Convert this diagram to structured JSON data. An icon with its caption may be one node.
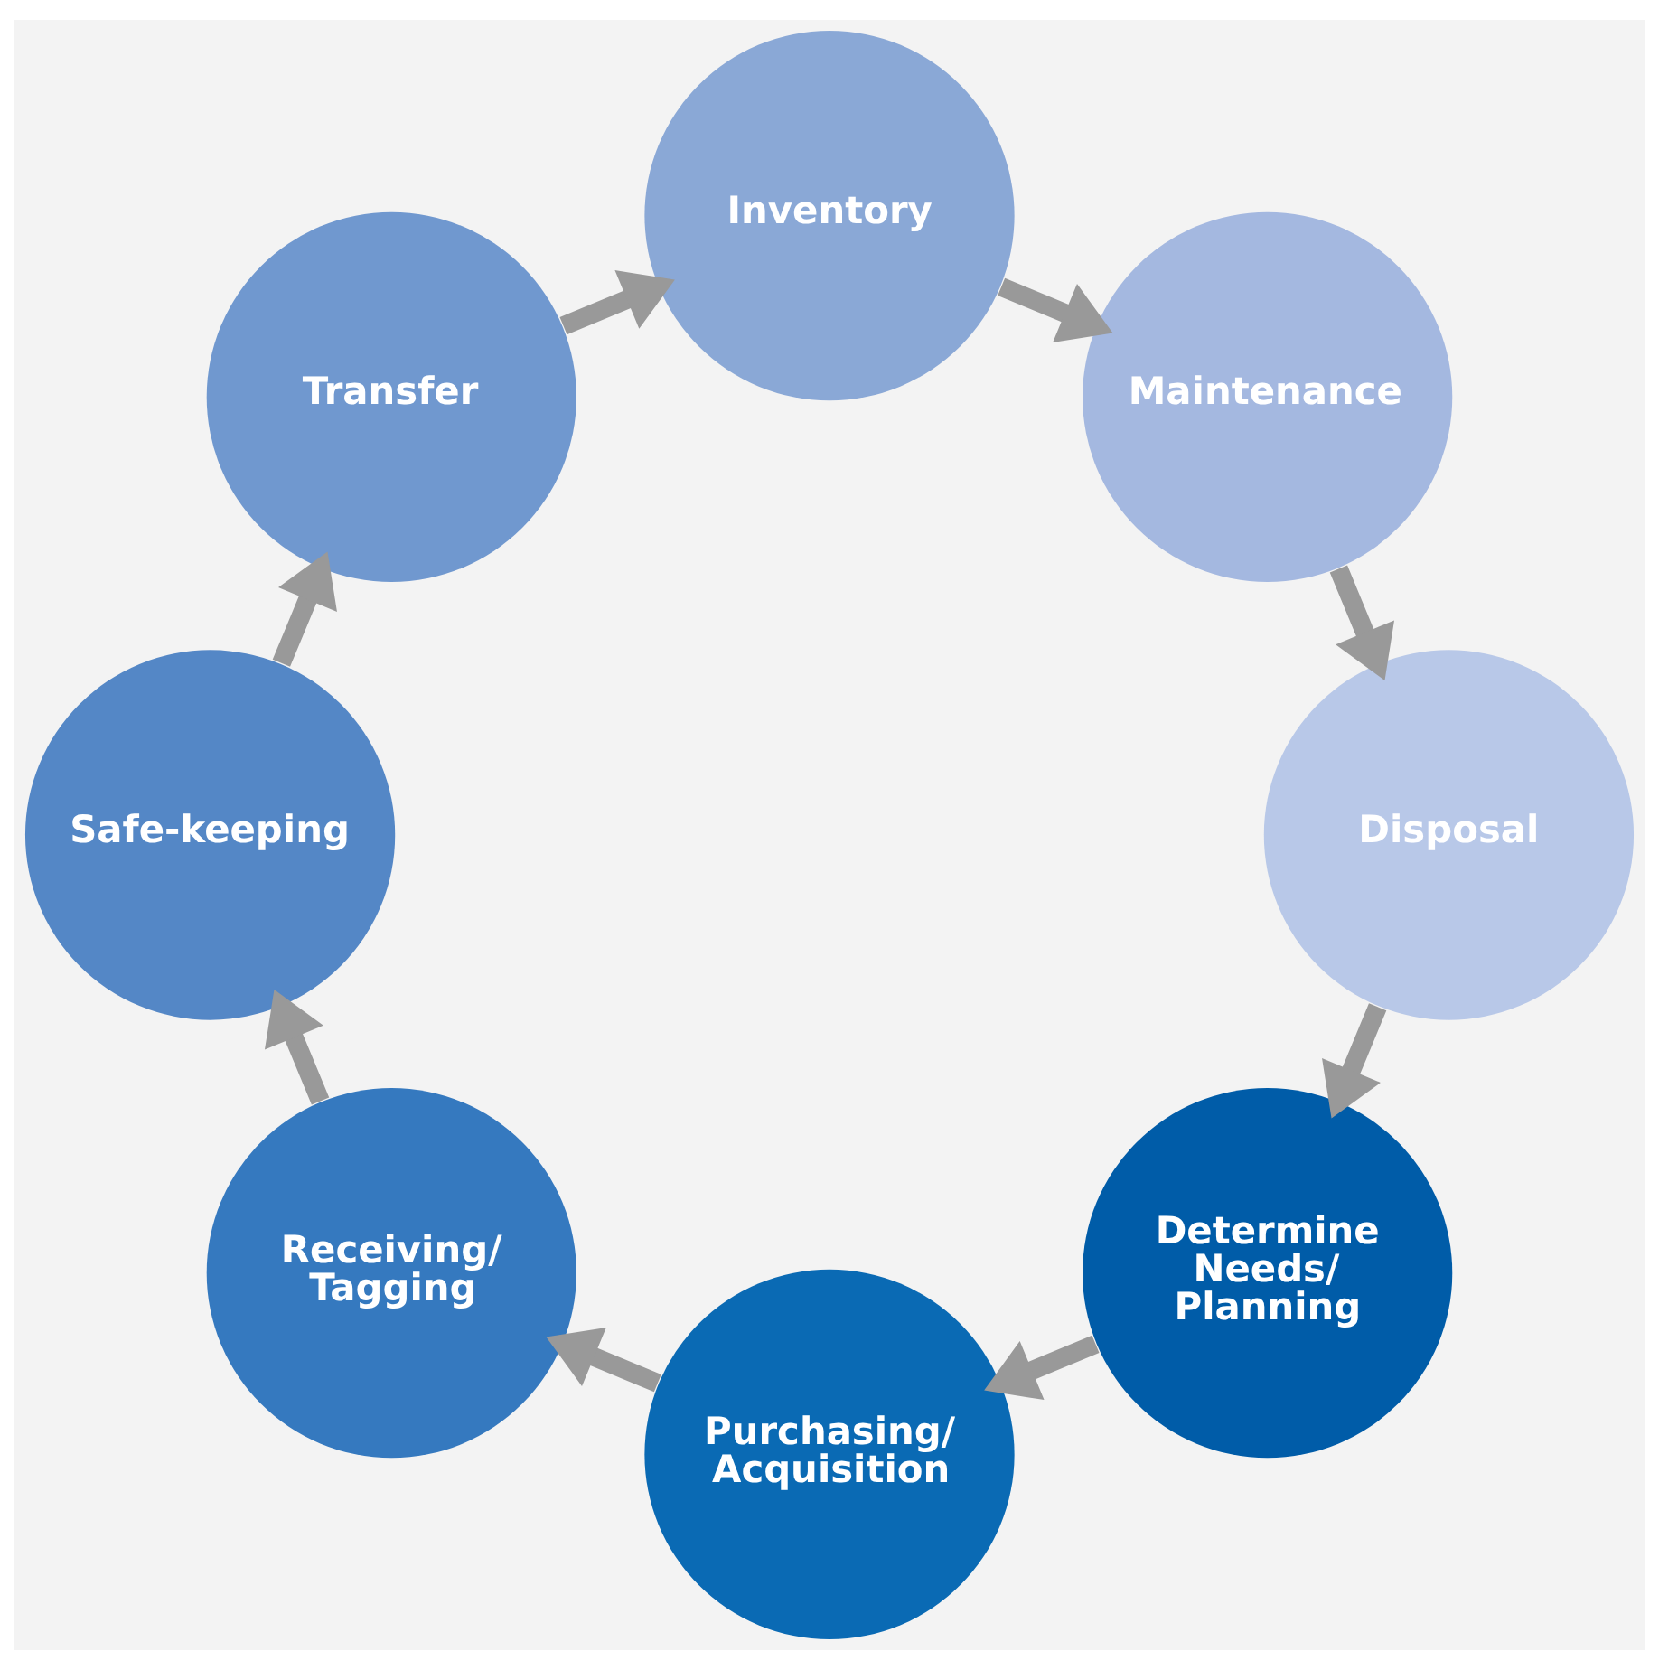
{
  "diagram": {
    "nodes": [
      {
        "text": [
          "Determine Needs/ Planning"
        ]
      },
      {
        "text": [
          "Purchasing/ Acquisition"
        ]
      },
      {
        "text": [
          "Receiving/ Tagging"
        ]
      },
      {
        "text": [
          "Safe-keeping"
        ]
      },
      {
        "text": [
          "Transfer"
        ]
      },
      {
        "text": [
          "Inventory"
        ]
      },
      {
        "text": [
          "Maintenance"
        ]
      },
      {
        "text": [
          "Disposal"
        ]
      }
    ],
    "edges": [
      {
        "from": 0,
        "to": 1,
        "arrow": "to"
      },
      {
        "from": 1,
        "to": 2,
        "arrow": "to"
      },
      {
        "from": 2,
        "to": 3,
        "arrow": "to"
      },
      {
        "from": 3,
        "to": 4,
        "arrow": "to"
      },
      {
        "from": 4,
        "to": 5,
        "arrow": "to"
      },
      {
        "from": 5,
        "to": 6,
        "arrow": "to"
      },
      {
        "from": 6,
        "to": 7,
        "arrow": "to"
      },
      {
        "from": 7,
        "to": 0,
        "arrow": "to"
      }
    ]
  }
}
